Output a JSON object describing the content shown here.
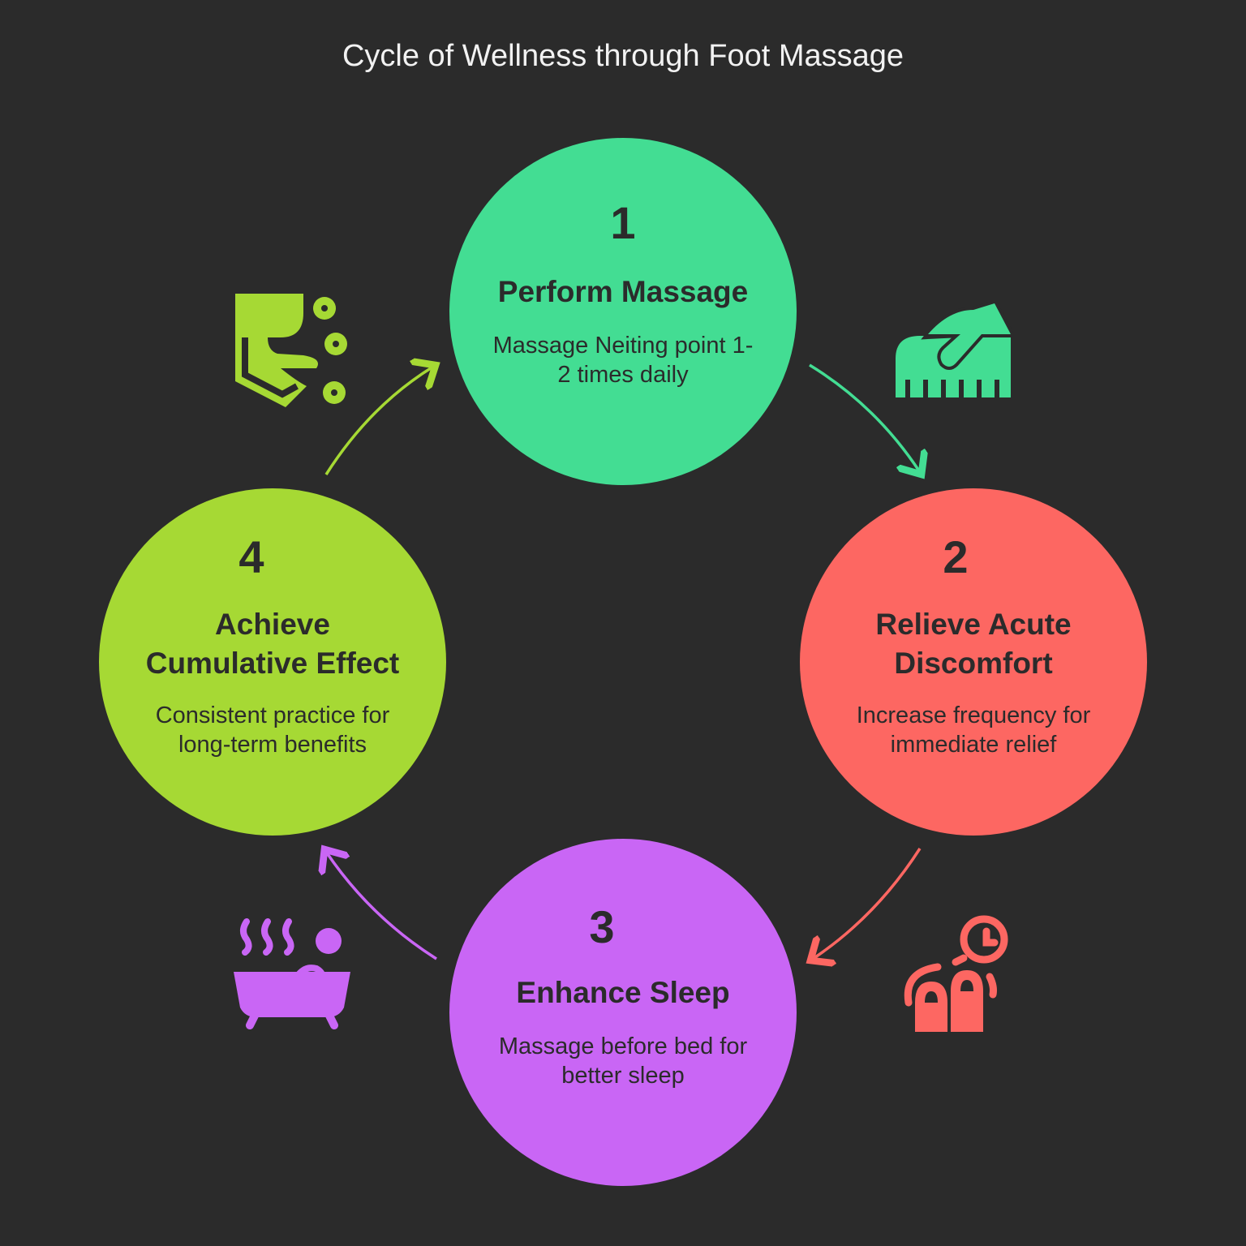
{
  "title": "Cycle of Wellness through Foot Massage",
  "colors": {
    "background": "#2b2b2b",
    "step1": "#43dd93",
    "step2": "#fd6762",
    "step3": "#c966f5",
    "step4": "#a6d934"
  },
  "steps": [
    {
      "number": "1",
      "heading": "Perform Massage",
      "description": "Massage Neiting point 1-2 times daily",
      "icon": "hand-comb-icon"
    },
    {
      "number": "2",
      "heading": "Relieve Acute Discomfort",
      "description": "Increase frequency for immediate relief",
      "icon": "fingers-clock-icon"
    },
    {
      "number": "3",
      "heading": "Enhance Sleep",
      "description": "Massage before bed for better sleep",
      "icon": "bath-icon"
    },
    {
      "number": "4",
      "heading": "Achieve Cumulative Effect",
      "description": "Consistent practice for long-term benefits",
      "icon": "foot-soak-icon"
    }
  ]
}
